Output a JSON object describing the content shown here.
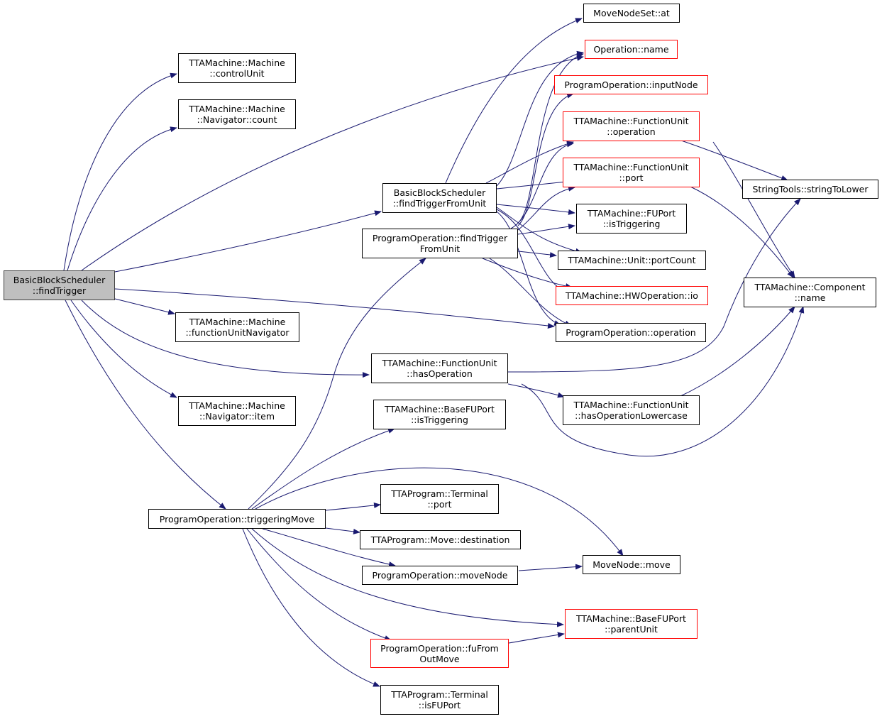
{
  "colors": {
    "edge": "#191970",
    "root_fill": "#bfbfbf",
    "border": "#000000",
    "incomplete_border": "#ff0000"
  },
  "nodes": [
    {
      "id": "root",
      "lines": [
        "BasicBlockScheduler",
        "::findTrigger"
      ],
      "style": "root"
    },
    {
      "id": "controlUnit",
      "lines": [
        "TTAMachine::Machine",
        "::controlUnit"
      ],
      "style": "normal"
    },
    {
      "id": "navCount",
      "lines": [
        "TTAMachine::Machine",
        "::Navigator::count"
      ],
      "style": "normal"
    },
    {
      "id": "fuNavigator",
      "lines": [
        "TTAMachine::Machine",
        "::functionUnitNavigator"
      ],
      "style": "normal"
    },
    {
      "id": "navItem",
      "lines": [
        "TTAMachine::Machine",
        "::Navigator::item"
      ],
      "style": "normal"
    },
    {
      "id": "bbsFindTriggerFromUnit",
      "lines": [
        "BasicBlockScheduler",
        "::findTriggerFromUnit"
      ],
      "style": "normal"
    },
    {
      "id": "poFindTriggerFromUnit",
      "lines": [
        "ProgramOperation::findTrigger",
        "FromUnit"
      ],
      "style": "normal"
    },
    {
      "id": "moveNodeSetAt",
      "lines": [
        "MoveNodeSet::at"
      ],
      "style": "normal"
    },
    {
      "id": "operationName",
      "lines": [
        "Operation::name"
      ],
      "style": "red"
    },
    {
      "id": "poInputNode",
      "lines": [
        "ProgramOperation::inputNode"
      ],
      "style": "red"
    },
    {
      "id": "fuOperation",
      "lines": [
        "TTAMachine::FunctionUnit",
        "::operation"
      ],
      "style": "red"
    },
    {
      "id": "fuPort",
      "lines": [
        "TTAMachine::FunctionUnit",
        "::port"
      ],
      "style": "red"
    },
    {
      "id": "fuportIsTriggering",
      "lines": [
        "TTAMachine::FUPort",
        "::isTriggering"
      ],
      "style": "normal"
    },
    {
      "id": "unitPortCount",
      "lines": [
        "TTAMachine::Unit::portCount"
      ],
      "style": "normal"
    },
    {
      "id": "hwOperationIo",
      "lines": [
        "TTAMachine::HWOperation::io"
      ],
      "style": "red"
    },
    {
      "id": "poOperation",
      "lines": [
        "ProgramOperation::operation"
      ],
      "style": "normal"
    },
    {
      "id": "fuHasOperation",
      "lines": [
        "TTAMachine::FunctionUnit",
        "::hasOperation"
      ],
      "style": "normal"
    },
    {
      "id": "fuHasOperationLowercase",
      "lines": [
        "TTAMachine::FunctionUnit",
        "::hasOperationLowercase"
      ],
      "style": "normal"
    },
    {
      "id": "stringToLower",
      "lines": [
        "StringTools::stringToLower"
      ],
      "style": "normal"
    },
    {
      "id": "componentName",
      "lines": [
        "TTAMachine::Component",
        "::name"
      ],
      "style": "normal"
    },
    {
      "id": "basefuportIsTriggering",
      "lines": [
        "TTAMachine::BaseFUPort",
        "::isTriggering"
      ],
      "style": "normal"
    },
    {
      "id": "poTriggeringMove",
      "lines": [
        "ProgramOperation::triggeringMove"
      ],
      "style": "normal"
    },
    {
      "id": "terminalPort",
      "lines": [
        "TTAProgram::Terminal",
        "::port"
      ],
      "style": "normal"
    },
    {
      "id": "moveDestination",
      "lines": [
        "TTAProgram::Move::destination"
      ],
      "style": "normal"
    },
    {
      "id": "poMoveNode",
      "lines": [
        "ProgramOperation::moveNode"
      ],
      "style": "normal"
    },
    {
      "id": "moveNodeMove",
      "lines": [
        "MoveNode::move"
      ],
      "style": "normal"
    },
    {
      "id": "basefuportParentUnit",
      "lines": [
        "TTAMachine::BaseFUPort",
        "::parentUnit"
      ],
      "style": "red"
    },
    {
      "id": "poFuFromOutMove",
      "lines": [
        "ProgramOperation::fuFrom",
        "OutMove"
      ],
      "style": "red"
    },
    {
      "id": "terminalIsFUPort",
      "lines": [
        "TTAProgram::Terminal",
        "::isFUPort"
      ],
      "style": "normal"
    }
  ]
}
